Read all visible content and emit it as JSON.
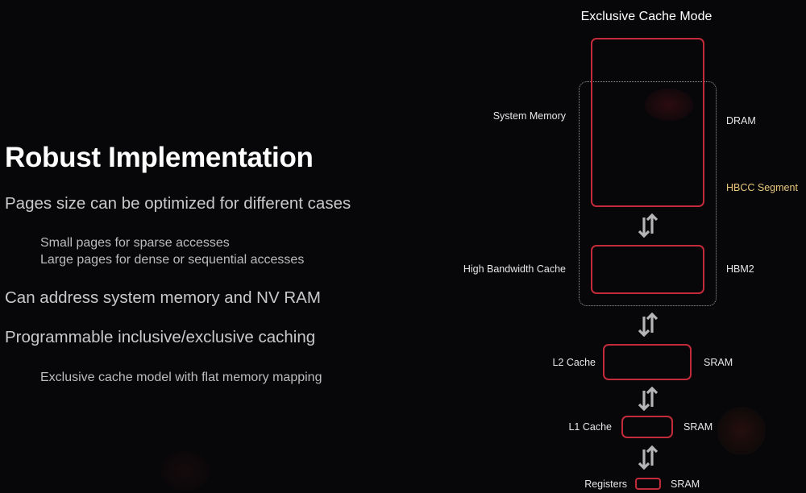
{
  "slide": {
    "title": "Robust Implementation",
    "bullets": [
      {
        "text": "Pages size can be optimized for different cases",
        "sub": [
          "Small pages for sparse accesses",
          "Large pages for dense or sequential accesses"
        ]
      },
      {
        "text": "Can address system memory and NV RAM",
        "sub": []
      },
      {
        "text": "Programmable inclusive/exclusive caching",
        "sub": [
          "Exclusive cache model with flat memory mapping"
        ]
      }
    ]
  },
  "diagram": {
    "title": "Exclusive Cache Mode",
    "levels": [
      {
        "left_label": "System Memory",
        "right_label": "DRAM"
      },
      {
        "left_label": "",
        "right_label": "HBCC Segment"
      },
      {
        "left_label": "High Bandwidth Cache",
        "right_label": "HBM2"
      },
      {
        "left_label": "L2 Cache",
        "right_label": "SRAM"
      },
      {
        "left_label": "L1 Cache",
        "right_label": "SRAM"
      },
      {
        "left_label": "Registers",
        "right_label": "SRAM"
      }
    ],
    "colors": {
      "box_border": "#c32b3a",
      "highlight_text": "#e9c77a",
      "arrow": "#b5b5b8",
      "dotted_outline": "#9a9a9f"
    },
    "arrow_icon": "bidirectional-vertical-arrows-icon"
  }
}
